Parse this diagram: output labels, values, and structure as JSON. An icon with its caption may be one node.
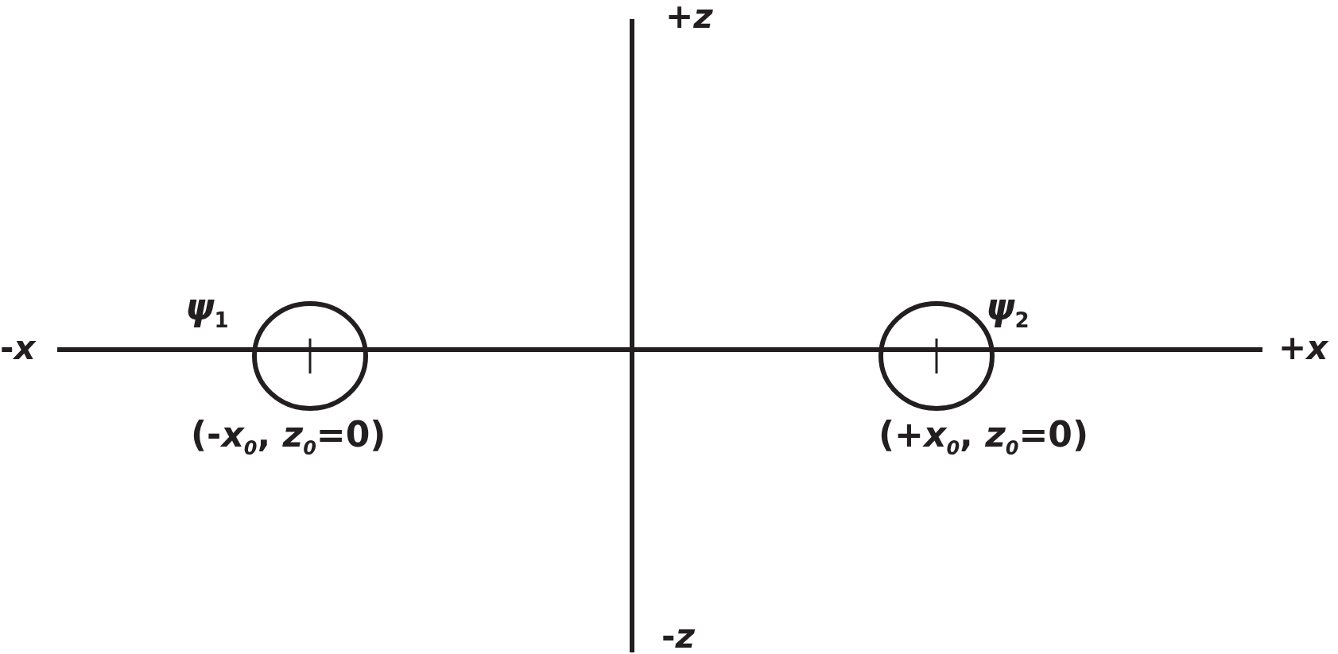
{
  "diagram": {
    "nodes": [
      {
        "text": [
          "*ψ*$_{1}$"
        ],
        "beside": [
          "(-*x*$_{0}$, *z*$_{0}$=0)"
        ]
      },
      {
        "text": [
          "*ψ*$_{2}$"
        ],
        "beside": [
          "(+*x*$_{0}$, *z*$_{0}$=0)"
        ]
      }
    ],
    "labels": [
      "+*z*",
      "-*x*",
      "+*x*",
      "-*z*"
    ]
  }
}
